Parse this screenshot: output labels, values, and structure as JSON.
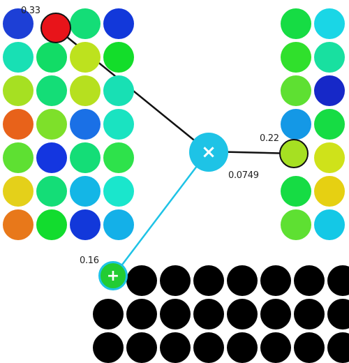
{
  "lines_color": {
    "dark": "#111111",
    "accent": "#1ec3e6"
  },
  "operator": {
    "symbol": "×",
    "value": "0.0749",
    "color": "#1ec3e6",
    "icon": "multiply-icon"
  },
  "selected_left": {
    "value": "0.33",
    "color": "#e8141a"
  },
  "selected_right": {
    "value": "0.22",
    "color": "#a6e022"
  },
  "add_node": {
    "value": "0.16",
    "symbol": "+",
    "color": "#22cc33",
    "ring": "#1ec3e6",
    "icon": "plus-icon"
  },
  "left_grid": [
    [
      "#1d3fd6",
      null,
      "#14dd77",
      "#1238da"
    ],
    [
      "#18e0b4",
      "#12dc66",
      "#bde21e",
      "#13dd2a"
    ],
    [
      "#a6e022",
      "#14dd77",
      "#b6e01f",
      "#18e0b4"
    ],
    [
      "#e8621a",
      "#7ee02a",
      "#1a70e6",
      "#1ae3c1"
    ],
    [
      "#5ee032",
      "#1436e0",
      "#14dd77",
      "#2ee24b"
    ],
    [
      "#e4d01a",
      "#14dd77",
      "#14b6e6",
      "#1ae6cc"
    ],
    [
      "#e8781a",
      "#12dc2e",
      "#1238da",
      "#14b0e8"
    ]
  ],
  "right_grid": [
    [
      "#16dc44",
      "#1ad6e6"
    ],
    [
      "#30e02c",
      "#18e0a0"
    ],
    [
      "#5ee032",
      "#1628c8"
    ],
    [
      "#1498e6",
      "#16dc44"
    ],
    [
      null,
      "#cfe21a"
    ],
    [
      "#16dc44",
      "#e6d012"
    ],
    [
      "#5ee032",
      "#14c8e6"
    ]
  ],
  "bottom_grid_color": "#000000"
}
